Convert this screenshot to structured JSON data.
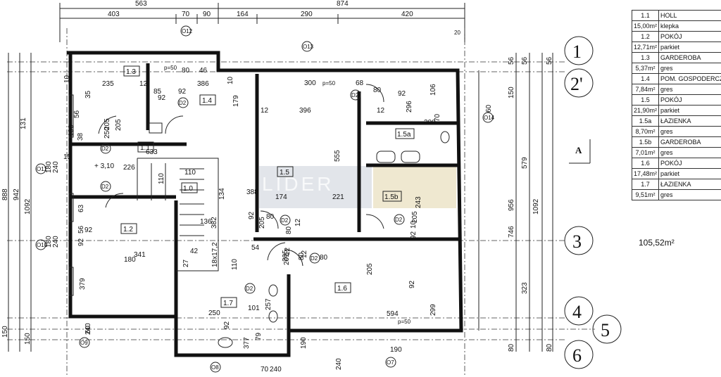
{
  "top_dims": {
    "overall_left": "563",
    "overall_right": "874",
    "d1": "403",
    "d2": "70",
    "d3": "90",
    "d4": "164",
    "d5": "290",
    "d6": "420"
  },
  "rooms": [
    {
      "label": "1.0"
    },
    {
      "label": "1.1"
    },
    {
      "label": "1.2"
    },
    {
      "label": "1.3"
    },
    {
      "label": "1.4"
    },
    {
      "label": "1.5"
    },
    {
      "label": "1.5a"
    },
    {
      "label": "1.5b"
    },
    {
      "label": "1.6"
    },
    {
      "label": "1.7"
    }
  ],
  "inner_dims": [
    "235",
    "12",
    "92",
    "85",
    "92",
    "386",
    "80",
    "46",
    "300",
    "68",
    "80",
    "92",
    "106",
    "56",
    "38",
    "205",
    "12",
    "179",
    "396",
    "12",
    "296",
    "300",
    "70",
    "633",
    "226",
    "110",
    "110",
    "555",
    "388",
    "134",
    "174",
    "221",
    "243",
    "63",
    "92",
    "80",
    "205",
    "56",
    "92",
    "180",
    "341",
    "379",
    "136",
    "382",
    "42",
    "27",
    "18x17,2",
    "110",
    "54",
    "12",
    "201",
    "80",
    "205",
    "92",
    "594",
    "299",
    "250",
    "101",
    "257",
    "92",
    "79",
    "377",
    "190",
    "70",
    "240",
    "190",
    "240",
    "250",
    "190",
    "205",
    "92",
    "12",
    "80",
    "205",
    "10",
    "92",
    "12",
    "80",
    "205",
    "10",
    "35",
    "131",
    "15"
  ],
  "left_dims": [
    "888",
    "942",
    "1092",
    "150",
    "150",
    "180",
    "240",
    "180",
    "240",
    "10",
    "60",
    "240"
  ],
  "right_dims": [
    "56",
    "56",
    "56",
    "150",
    "60",
    "579",
    "956",
    "1092",
    "746",
    "323",
    "80",
    "80"
  ],
  "openings": [
    "O11",
    "O12",
    "O13",
    "O14",
    "O10",
    "O9",
    "O8",
    "O7",
    "D2"
  ],
  "level": "+ 3,10",
  "misc": {
    "p50_a": "p=50",
    "p50_b": "p=50",
    "p50_c": "p=50",
    "twenty": "20",
    "one_thirty_one": "131"
  },
  "axes": [
    "1",
    "2'",
    "3",
    "4",
    "5",
    "6"
  ],
  "section_mark": "A",
  "watermark": "LIDER",
  "room_table": [
    {
      "no": "1.1",
      "name": "HOLL",
      "area": "15,00m²",
      "finish": "klepka"
    },
    {
      "no": "1.2",
      "name": "POKÓJ",
      "area": "12,71m²",
      "finish": "parkiet"
    },
    {
      "no": "1.3",
      "name": "GARDEROBA",
      "area": "5,37m²",
      "finish": "gres"
    },
    {
      "no": "1.4",
      "name": "POM. GOSPODERCZE",
      "area": "7,84m²",
      "finish": "gres"
    },
    {
      "no": "1.5",
      "name": "POKÓJ",
      "area": "21,90m²",
      "finish": "parkiet"
    },
    {
      "no": "1.5a",
      "name": "ŁAZIENKA",
      "area": "8,70m²",
      "finish": "gres"
    },
    {
      "no": "1.5b",
      "name": "GARDEROBA",
      "area": "7,01m²",
      "finish": "gres"
    },
    {
      "no": "1.6",
      "name": "POKÓJ",
      "area": "17,48m²",
      "finish": "parkiet"
    },
    {
      "no": "1.7",
      "name": "ŁAZIENKA",
      "area": "9,51m²",
      "finish": "gres"
    }
  ],
  "total_area": "105,52m²"
}
